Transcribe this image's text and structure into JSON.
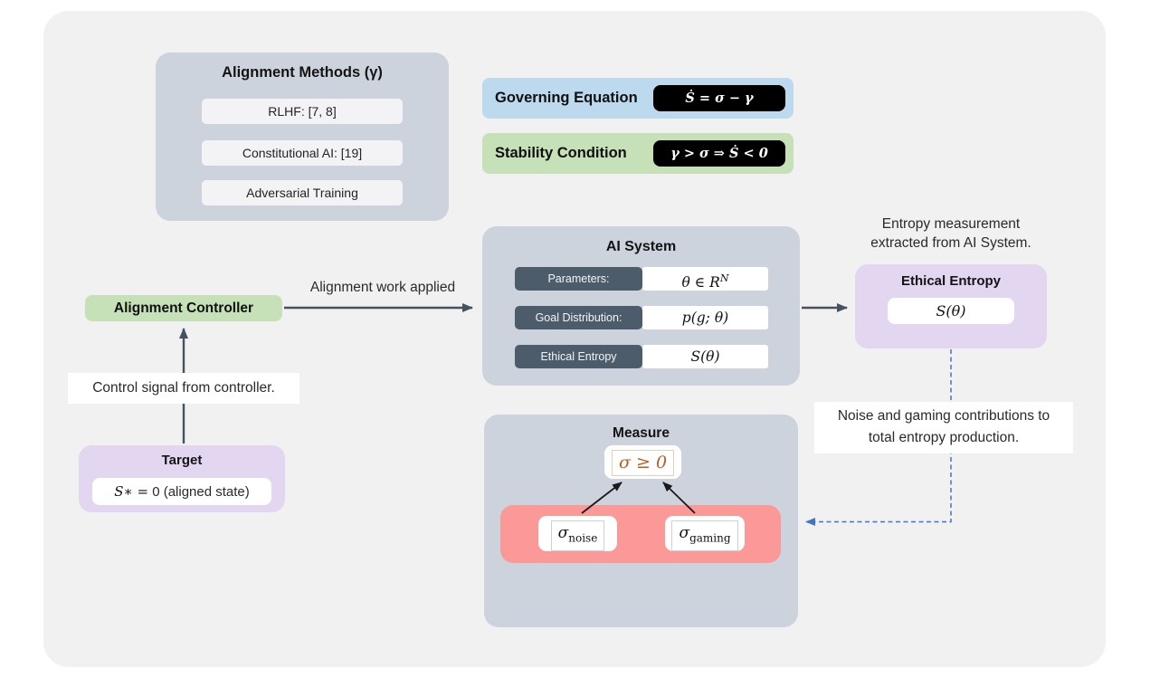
{
  "alignment_methods": {
    "title": "Alignment Methods (γ)",
    "items": [
      "RLHF: [7, 8]",
      "Constitutional AI: [19]",
      "Adversarial Training"
    ]
  },
  "equations": {
    "governing_label": "Governing Equation",
    "governing_formula": "Ṡ = σ − γ",
    "stability_label": "Stability Condition",
    "stability_formula": "γ > σ ⇒ Ṡ < 0"
  },
  "ai_system": {
    "title": "AI System",
    "rows": [
      {
        "label": "Parameters:",
        "value": "θ ∈ R",
        "sup": "N"
      },
      {
        "label": "Goal Distribution:",
        "value": "p(g; θ)",
        "sup": ""
      },
      {
        "label": "Ethical Entropy",
        "value": "S(θ)",
        "sup": ""
      }
    ]
  },
  "controller": {
    "label": "Alignment Controller"
  },
  "annotations": {
    "work_label": "Alignment work applied",
    "control_label": "Control signal from controller.",
    "entropy_note_line1": "Entropy measurement",
    "entropy_note_line2": "extracted from AI System.",
    "noise_note_line1": "Noise and gaming contributions to",
    "noise_note_line2": "total entropy production."
  },
  "target": {
    "title": "Target",
    "math_part": "S∗ =",
    "text_part": " 0 (aligned state)"
  },
  "ethical_entropy": {
    "title": "Ethical Entropy",
    "value": "S(θ)"
  },
  "measure": {
    "title": "Measure",
    "result": "σ ≥ 0",
    "sources": [
      {
        "base": "σ",
        "sub": "noise"
      },
      {
        "base": "σ",
        "sub": "gaming"
      }
    ]
  },
  "colors": {
    "panel_bg": "#f1f1f2",
    "box_gray": "#ccd3dd",
    "pill_offwhite": "#f3f3f5",
    "governing_blue": "#bdd9ee",
    "stability_green": "#c6e1b8",
    "controller_green": "#c6e1b8",
    "purple": "#e2d6f0",
    "red_box": "#fb9898",
    "dark_pill": "#4d5c6b",
    "black_pill": "#000000",
    "arrow_slate": "#47525f",
    "dashed_blue": "#4472c4",
    "orange_math": "#bf5b21"
  }
}
